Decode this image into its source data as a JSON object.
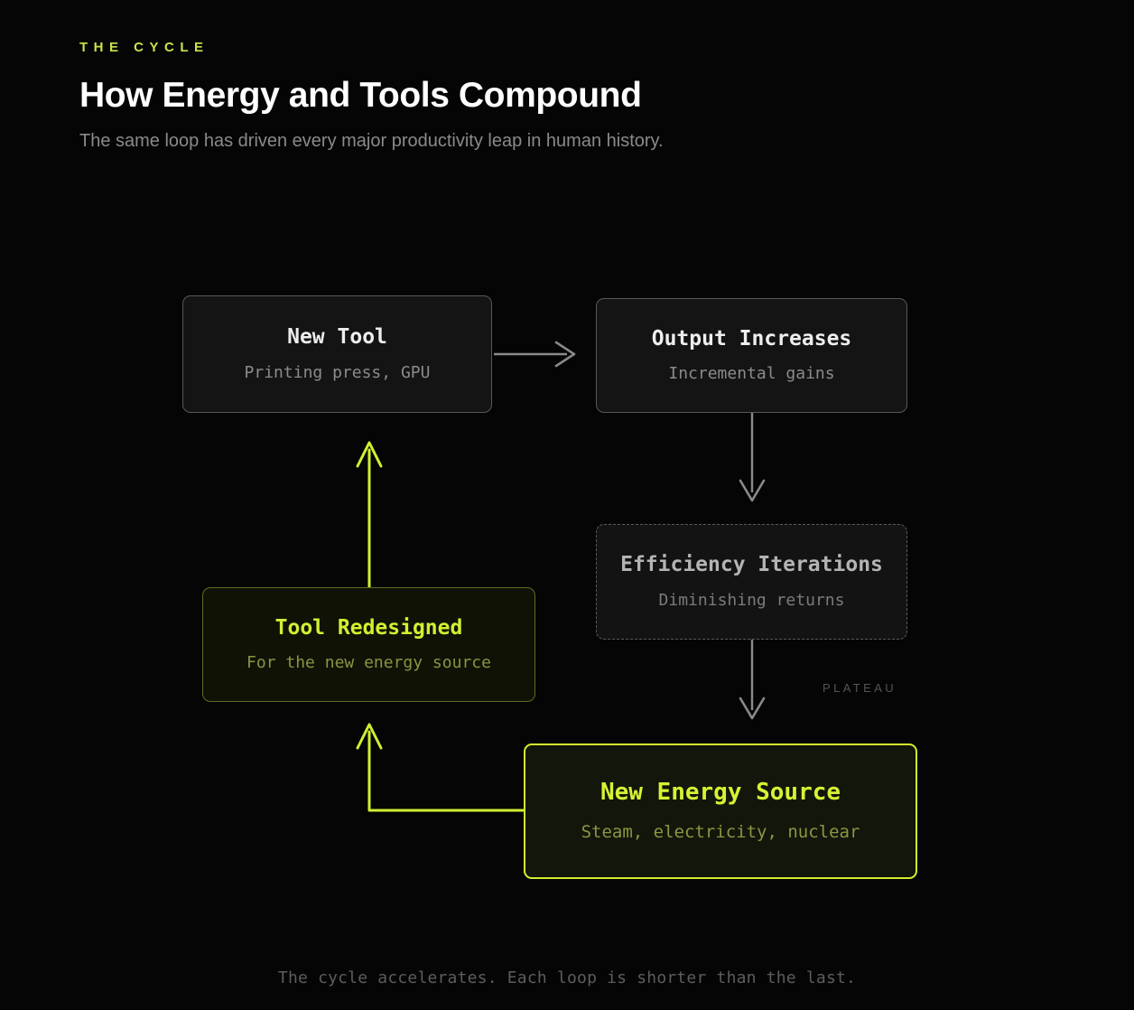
{
  "header": {
    "eyebrow": "THE CYCLE",
    "title": "How Energy and Tools Compound",
    "subtitle": "The same loop has driven every major productivity leap in human history."
  },
  "colors": {
    "background": "#050505",
    "accent_bright": "#d2ef30",
    "accent_dim": "#5c6d20",
    "neutral_border": "#585858",
    "neutral_fill": "#141414",
    "muted_text": "#8a8a8a",
    "title_text": "#ffffff"
  },
  "diagram": {
    "type": "cycle-flowchart",
    "nodes": [
      {
        "id": "new-tool",
        "title": "New Tool",
        "subtitle": "Printing press, GPU",
        "style": "neutral"
      },
      {
        "id": "output-increases",
        "title": "Output Increases",
        "subtitle": "Incremental gains",
        "style": "neutral"
      },
      {
        "id": "efficiency-iterations",
        "title": "Efficiency Iterations",
        "subtitle": "Diminishing returns",
        "style": "dashed"
      },
      {
        "id": "tool-redesigned",
        "title": "Tool Redesigned",
        "subtitle": "For the new energy source",
        "style": "accent-dim"
      },
      {
        "id": "new-energy-source",
        "title": "New Energy Source",
        "subtitle": "Steam, electricity, nuclear",
        "style": "accent-bright"
      }
    ],
    "edges": [
      {
        "id": "tool-to-output",
        "from": "new-tool",
        "to": "output-increases",
        "color": "#8a8a8a"
      },
      {
        "id": "output-to-eff",
        "from": "output-increases",
        "to": "efficiency-iterations",
        "color": "#8a8a8a"
      },
      {
        "id": "eff-to-energy",
        "from": "efficiency-iterations",
        "to": "new-energy-source",
        "color": "#8a8a8a"
      },
      {
        "id": "energy-to-redesign",
        "from": "new-energy-source",
        "to": "tool-redesigned",
        "color": "#d2ef30"
      },
      {
        "id": "redesign-to-tool",
        "from": "tool-redesigned",
        "to": "new-tool",
        "color": "#d2ef30"
      }
    ],
    "annotations": [
      {
        "id": "plateau",
        "label": "PLATEAU"
      }
    ]
  },
  "footer": {
    "caption": "The cycle accelerates. Each loop is shorter than the last."
  }
}
